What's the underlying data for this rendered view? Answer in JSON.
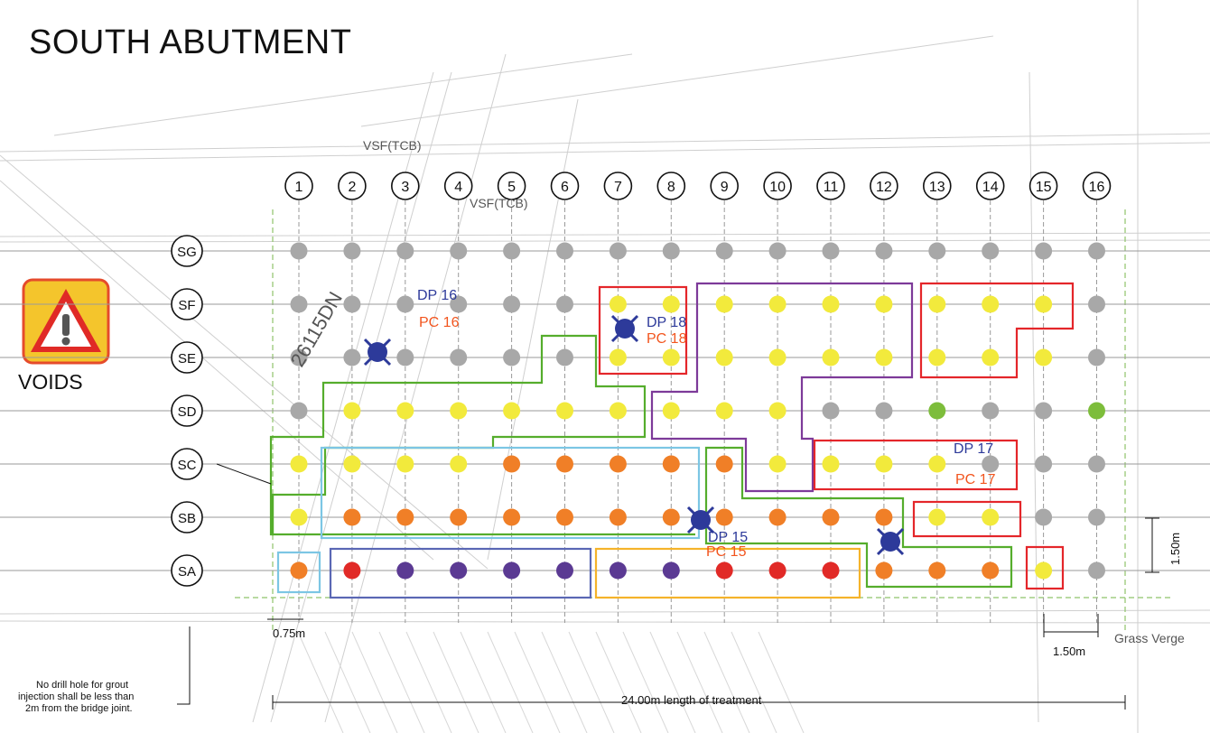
{
  "title": "SOUTH ABUTMENT",
  "legend": {
    "voids_label": "VOIDS",
    "warning_icon": "warning-triangle-icon"
  },
  "columns": [
    "1",
    "2",
    "3",
    "4",
    "5",
    "6",
    "7",
    "8",
    "9",
    "10",
    "11",
    "12",
    "13",
    "14",
    "15",
    "16"
  ],
  "rows": [
    "SG",
    "SF",
    "SE",
    "SD",
    "SC",
    "SB",
    "SA"
  ],
  "colors": {
    "grey": "#a8a8a8",
    "yellow": "#f2ea3c",
    "orange": "#f07f27",
    "purple": "#5b3a93",
    "red": "#e12a27",
    "green": "#7dbd3b",
    "zone_green": "#55ad2c",
    "zone_red": "#e4262a",
    "zone_purple": "#7d3a99",
    "zone_cyan": "#7cc6e4",
    "zone_blue": "#5a67b4",
    "zone_yellow": "#f5b32a",
    "label_blue": "#2d3a9a",
    "label_orange": "#f2551e"
  },
  "grid": {
    "SG": [
      "g",
      "g",
      "g",
      "g",
      "g",
      "g",
      "g",
      "g",
      "g",
      "g",
      "g",
      "g",
      "g",
      "g",
      "g",
      "g"
    ],
    "SF": [
      "g",
      "g",
      "g",
      "g",
      "g",
      "g",
      "y",
      "y",
      "y",
      "y",
      "y",
      "y",
      "y",
      "y",
      "y",
      "g"
    ],
    "SE": [
      "g",
      "g",
      "g",
      "g",
      "g",
      "g",
      "y",
      "y",
      "y",
      "y",
      "y",
      "y",
      "y",
      "y",
      "y",
      "g"
    ],
    "SD": [
      "g",
      "y",
      "y",
      "y",
      "y",
      "y",
      "y",
      "y",
      "y",
      "y",
      "g",
      "g",
      "G",
      "g",
      "g",
      "G"
    ],
    "SC": [
      "y",
      "y",
      "y",
      "y",
      "o",
      "o",
      "o",
      "o",
      "o",
      "y",
      "y",
      "y",
      "y",
      "g",
      "g",
      "g"
    ],
    "SB": [
      "y",
      "o",
      "o",
      "o",
      "o",
      "o",
      "o",
      "o",
      "o",
      "o",
      "o",
      "o",
      "y",
      "y",
      "g",
      "g"
    ],
    "SA": [
      "o",
      "r",
      "p",
      "p",
      "p",
      "p",
      "p",
      "p",
      "r",
      "r",
      "r",
      "o",
      "o",
      "o",
      "y",
      "g"
    ]
  },
  "labels": [
    {
      "dp": "DP 16",
      "pc": "PC 16"
    },
    {
      "dp": "DP 18",
      "pc": "PC 18"
    },
    {
      "dp": "DP 17",
      "pc": "PC 17"
    },
    {
      "dp": "DP 15",
      "pc": "PC 15"
    }
  ],
  "annotations": {
    "chainage": "26115DN",
    "vsf1": "VSF(TCB)",
    "vsf2": "VSF(TCB)",
    "dim_075": "0.75m",
    "dim_150_bottom": "1.50m",
    "dim_150_side": "1.50m",
    "treatment_length": "24.00m length of treatment",
    "grass_verge": "Grass Verge",
    "note_line1": "No drill hole for grout",
    "note_line2": "injection shall be less than",
    "note_line3": "2m  from the bridge joint."
  }
}
